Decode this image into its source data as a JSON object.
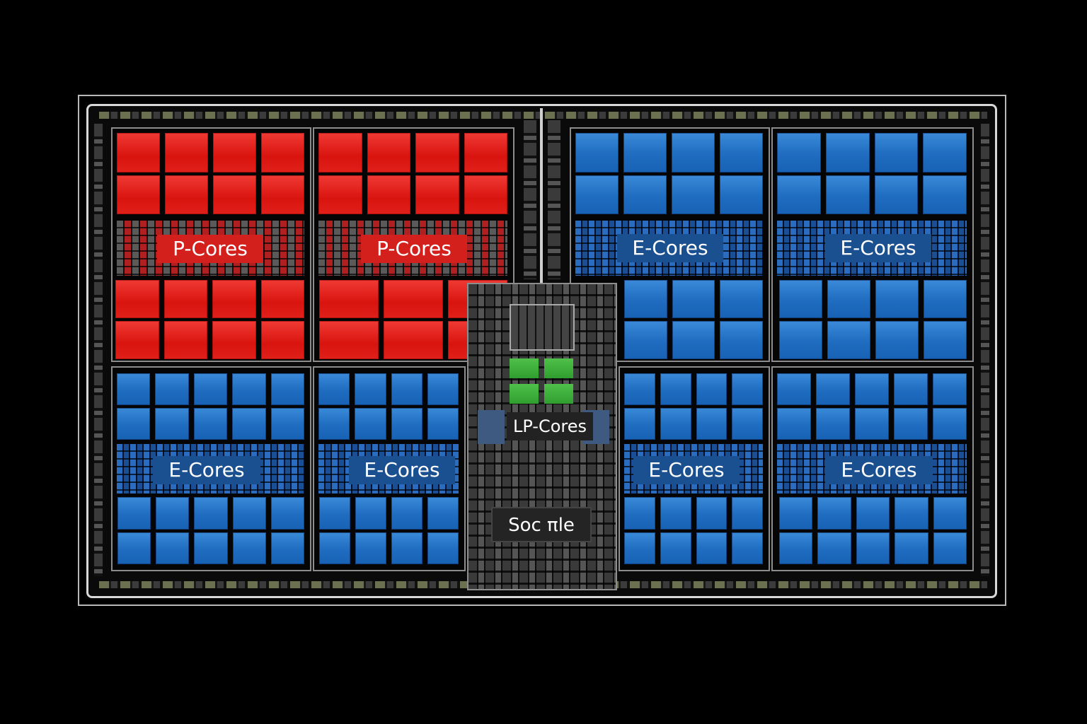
{
  "diagram": {
    "p_core_clusters": [
      {
        "label": "P-Cores"
      },
      {
        "label": "P-Cores"
      }
    ],
    "e_core_clusters_top": [
      {
        "label": "E-Cores"
      },
      {
        "label": "E-Cores"
      }
    ],
    "e_core_clusters_bottom": [
      {
        "label": "E-Cores"
      },
      {
        "label": "E-Cores"
      },
      {
        "label": "E-Cores"
      },
      {
        "label": "E-Cores"
      }
    ],
    "lp_cores": {
      "label": "LP-Cores"
    },
    "soc_tile": {
      "label": "Soc πle"
    }
  },
  "colors": {
    "p_core": "#e0201a",
    "e_core": "#1f6cc0",
    "lp_core": "#3aad3a",
    "background": "#000000"
  }
}
